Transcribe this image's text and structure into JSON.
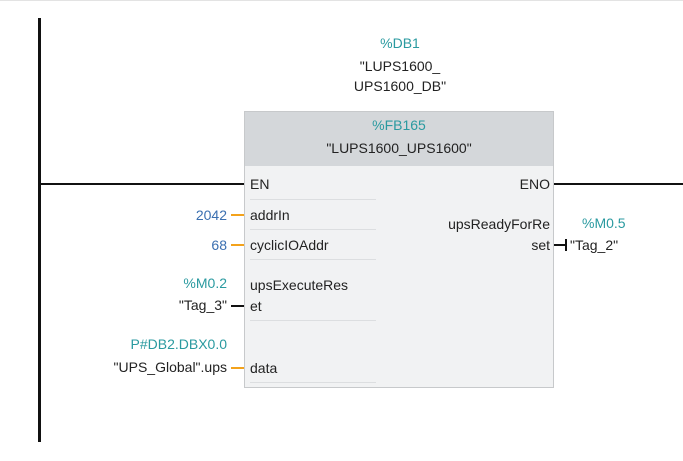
{
  "instance_db": {
    "address": "%DB1",
    "name_line1": "\"LUPS1600_",
    "name_line2": "UPS1600_DB\""
  },
  "function_block": {
    "address": "%FB165",
    "name": "\"LUPS1600_UPS1600\""
  },
  "pins": {
    "en": "EN",
    "eno": "ENO",
    "addr_in": "addrIn",
    "cyclic_io_addr": "cyclicIOAddr",
    "ups_execute_reset_1": "upsExecuteRes",
    "ups_execute_reset_2": "et",
    "data": "data",
    "ups_ready_for_reset_1": "upsReadyForRe",
    "ups_ready_for_reset_2": "set"
  },
  "inputs": {
    "addr_in_value": "2042",
    "cyclic_io_addr_value": "68",
    "reset_address": "%M0.2",
    "reset_tag": "\"Tag_3\"",
    "data_address": "P#DB2.DBX0.0",
    "data_tag": "\"UPS_Global\".ups"
  },
  "outputs": {
    "ready_address": "%M0.5",
    "ready_tag": "\"Tag_2\""
  },
  "colors": {
    "tag_address": "#2a9aa0",
    "constant": "#3a6fb0",
    "input_wire": "#f3a21b"
  }
}
